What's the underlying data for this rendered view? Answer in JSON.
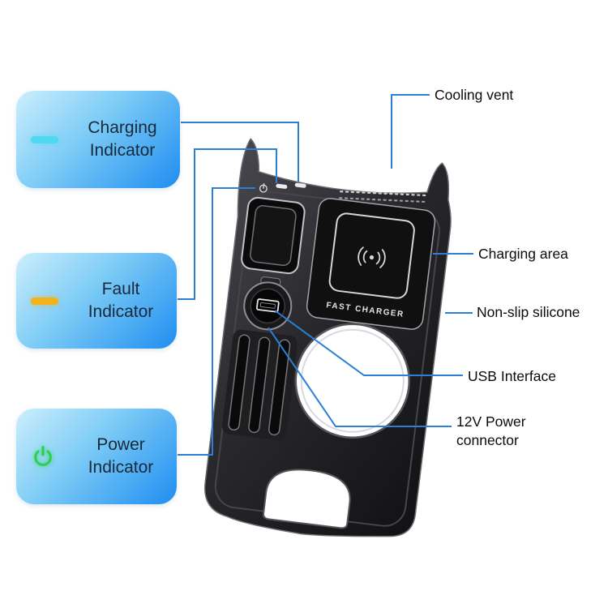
{
  "page": {
    "background": "#ffffff"
  },
  "colors": {
    "callout_line": "#2b7fd6",
    "card_gradient_start": "#cdeefc",
    "card_gradient_end": "#1f8df0",
    "charging_indicator": "#4fd8f2",
    "fault_indicator": "#f2b21c",
    "power_indicator": "#2bd14d",
    "device_body": "#1b1b1e"
  },
  "indicator_cards": [
    {
      "id": "charging",
      "line1": "Charging",
      "line2": "Indicator",
      "icon": "charging-led-dash-icon",
      "color": "#4fd8f2"
    },
    {
      "id": "fault",
      "line1": "Fault",
      "line2": "Indicator",
      "icon": "fault-led-dash-icon",
      "color": "#f2b21c"
    },
    {
      "id": "power",
      "line1": "Power",
      "line2": "Indicator",
      "icon": "power-symbol-icon",
      "color": "#2bd14d"
    }
  ],
  "callout_labels": {
    "cooling_vent": "Cooling vent",
    "charging_area": "Charging area",
    "non_slip": "Non-slip silicone",
    "usb_interface": "USB Interface",
    "power_connector_line1": "12V Power",
    "power_connector_line2": "connector"
  },
  "device": {
    "pad_label": "FAST CHARGER"
  }
}
